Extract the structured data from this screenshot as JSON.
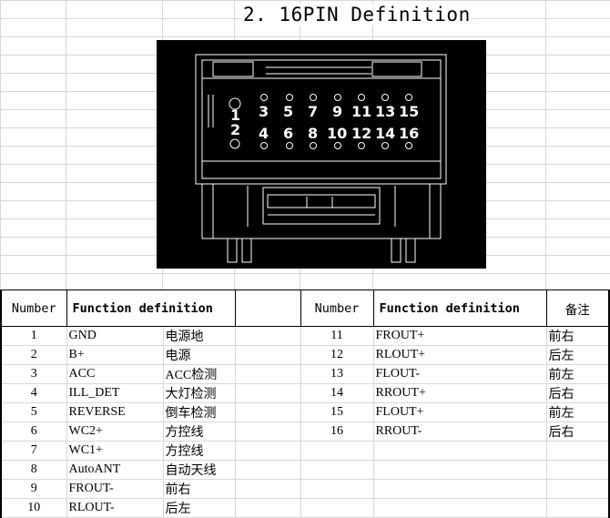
{
  "title": "2. 16PIN Definition",
  "connector": {
    "pin_labels": [
      "1",
      "2",
      "3",
      "4",
      "5",
      "6",
      "7",
      "8",
      "9",
      "10",
      "11",
      "12",
      "13",
      "14",
      "15",
      "16"
    ]
  },
  "left_table": {
    "headers": {
      "number": "Number",
      "function": "Function definition"
    },
    "rows": [
      {
        "number": "1",
        "function": "GND",
        "note": "电源地"
      },
      {
        "number": "2",
        "function": "B+",
        "note": "电源"
      },
      {
        "number": "3",
        "function": "ACC",
        "note": "ACC检测"
      },
      {
        "number": "4",
        "function": "ILL_DET",
        "note": "大灯检测"
      },
      {
        "number": "5",
        "function": "REVERSE",
        "note": "倒车检测"
      },
      {
        "number": "6",
        "function": "WC2+",
        "note": "方控线"
      },
      {
        "number": "7",
        "function": "WC1+",
        "note": "方控线"
      },
      {
        "number": "8",
        "function": "AutoANT",
        "note": "自动天线"
      },
      {
        "number": "9",
        "function": "FROUT-",
        "note": "前右"
      },
      {
        "number": "10",
        "function": "RLOUT-",
        "note": "后左"
      }
    ]
  },
  "right_table": {
    "headers": {
      "number": "Number",
      "function": "Function definition",
      "note": "备注"
    },
    "rows": [
      {
        "number": "11",
        "function": "FROUT+",
        "note": "前右"
      },
      {
        "number": "12",
        "function": "RLOUT+",
        "note": "后左"
      },
      {
        "number": "13",
        "function": "FLOUT-",
        "note": "前左"
      },
      {
        "number": "14",
        "function": "RROUT+",
        "note": "后右"
      },
      {
        "number": "15",
        "function": "FLOUT+",
        "note": "前左"
      },
      {
        "number": "16",
        "function": "RROUT-",
        "note": "后右"
      }
    ]
  }
}
